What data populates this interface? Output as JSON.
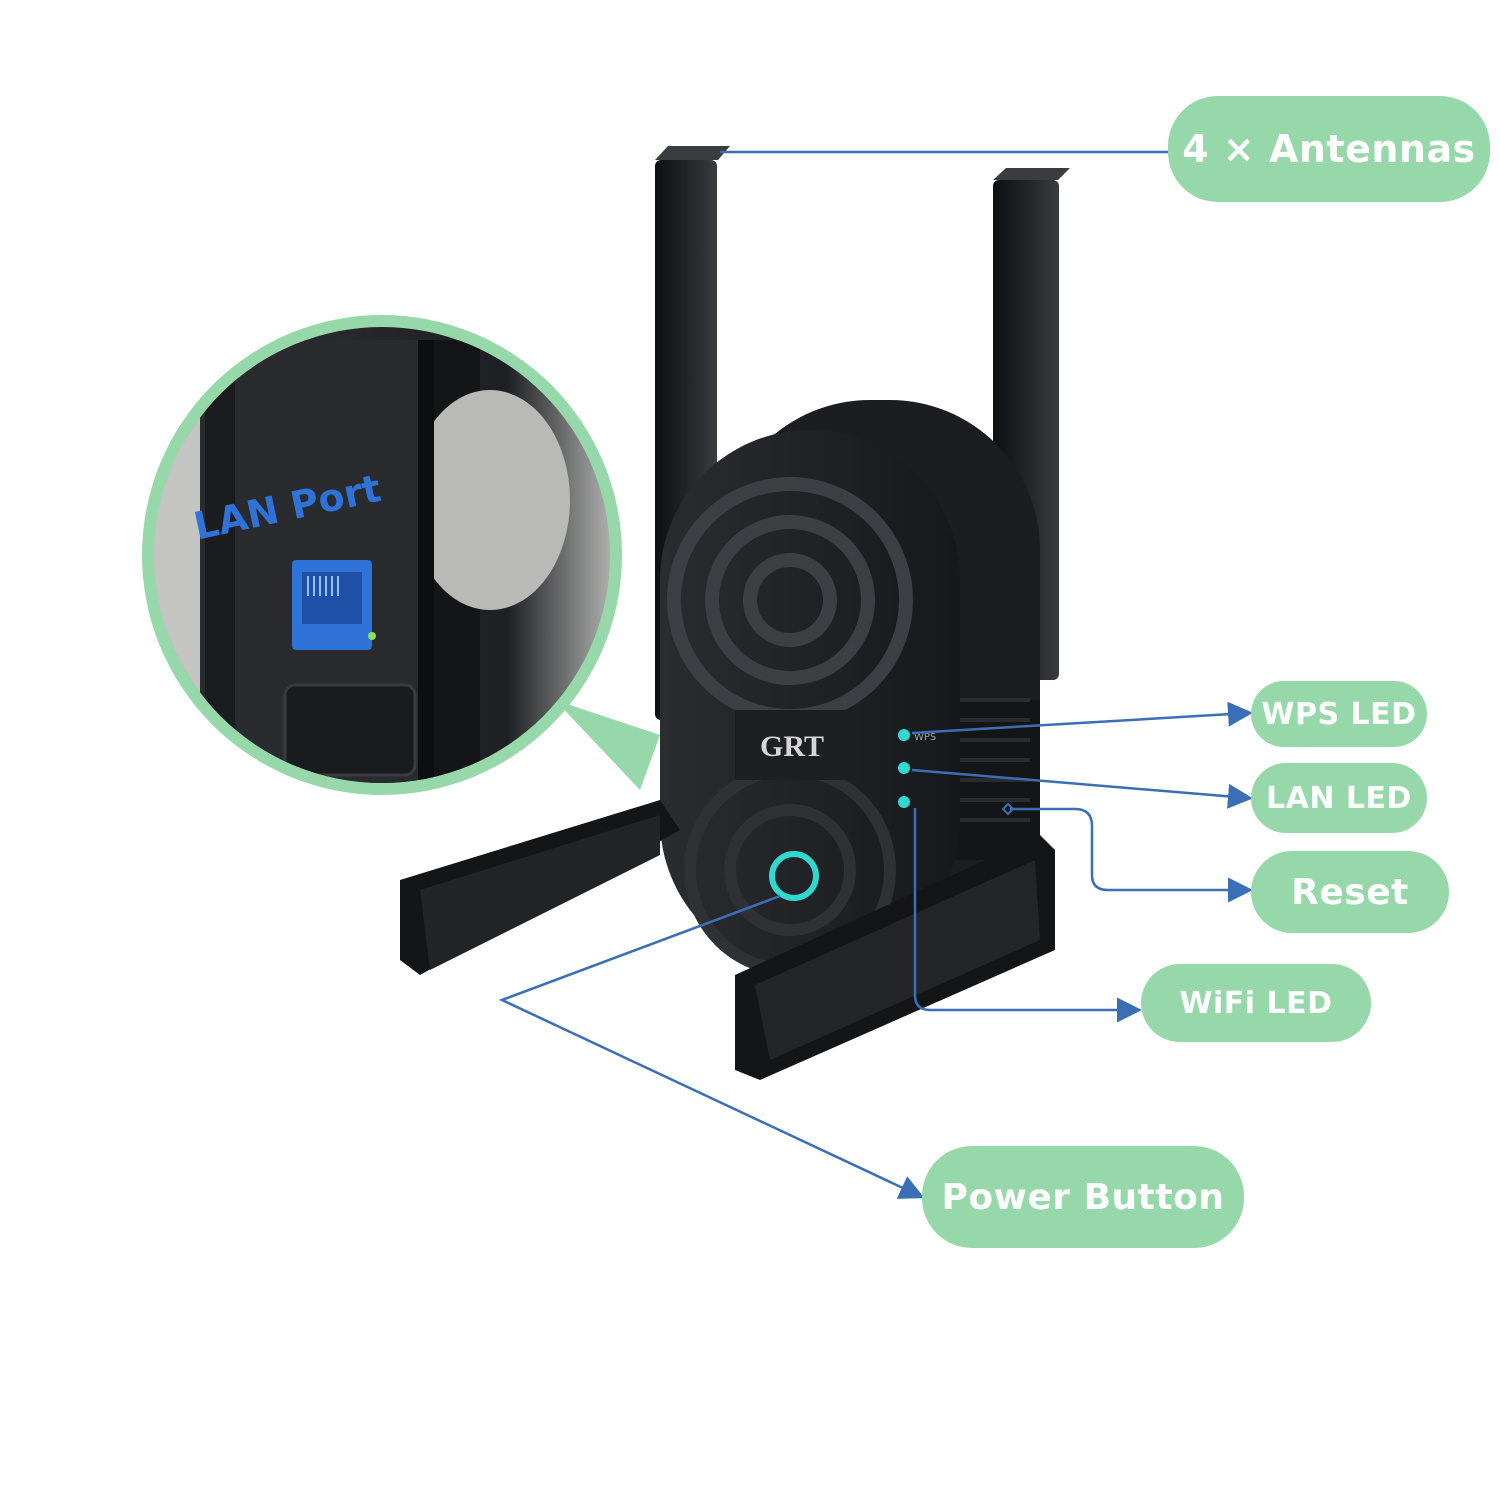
{
  "labels": {
    "antennas": "4 × Antennas",
    "wps_led": "WPS LED",
    "lan_led": "LAN LED",
    "reset": "Reset",
    "wifi_led": "WiFi LED",
    "power_button": "Power Button",
    "lan_port": "LAN Port"
  },
  "device": {
    "brand": "GRT",
    "led_marks": [
      "WPS",
      "",
      ""
    ]
  },
  "colors": {
    "callout_fill": "#96d8aa",
    "callout_text": "#ffffff",
    "leader_line": "#3a6fb5",
    "device_body": "#1d1f22",
    "led_glow": "#2fd9d0",
    "lan_port_blue": "#2f72d8"
  }
}
